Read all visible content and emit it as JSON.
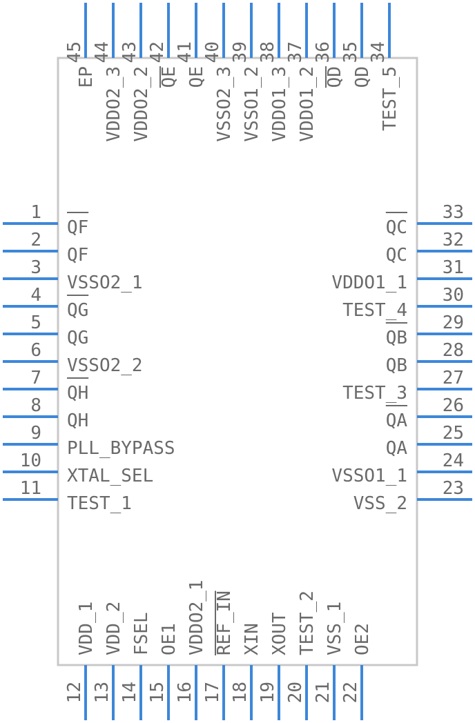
{
  "colors": {
    "pin": "#3d87d9",
    "text": "#6a6a6a",
    "body_stroke": "#c8c8c8"
  },
  "pins_left": [
    {
      "num": "1",
      "label": "QF",
      "overbar": true
    },
    {
      "num": "2",
      "label": "QF",
      "overbar": false
    },
    {
      "num": "3",
      "label": "VSSO2_1",
      "overbar": false
    },
    {
      "num": "4",
      "label": "QG",
      "overbar": true
    },
    {
      "num": "5",
      "label": "QG",
      "overbar": false
    },
    {
      "num": "6",
      "label": "VSSO2_2",
      "overbar": false
    },
    {
      "num": "7",
      "label": "QH",
      "overbar": true
    },
    {
      "num": "8",
      "label": "QH",
      "overbar": false
    },
    {
      "num": "9",
      "label": "PLL_BYPASS",
      "overbar": false
    },
    {
      "num": "10",
      "label": "XTAL_SEL",
      "overbar": false
    },
    {
      "num": "11",
      "label": "TEST_1",
      "overbar": false
    }
  ],
  "pins_bottom": [
    {
      "num": "12",
      "label": "VDD_1",
      "overbar": false
    },
    {
      "num": "13",
      "label": "VDD_2",
      "overbar": false
    },
    {
      "num": "14",
      "label": "FSEL",
      "overbar": false
    },
    {
      "num": "15",
      "label": "OE1",
      "overbar": false
    },
    {
      "num": "16",
      "label": "VDDO2_1",
      "overbar": false
    },
    {
      "num": "17",
      "label": "REF_IN",
      "overbar": true
    },
    {
      "num": "18",
      "label": "XIN",
      "overbar": false
    },
    {
      "num": "19",
      "label": "XOUT",
      "overbar": false
    },
    {
      "num": "20",
      "label": "TEST_2",
      "overbar": false
    },
    {
      "num": "21",
      "label": "VSS_1",
      "overbar": false
    },
    {
      "num": "22",
      "label": "OE2",
      "overbar": false
    }
  ],
  "pins_right": [
    {
      "num": "23",
      "label": "VSS_2",
      "overbar": false
    },
    {
      "num": "24",
      "label": "VSSO1_1",
      "overbar": false
    },
    {
      "num": "25",
      "label": "QA",
      "overbar": false
    },
    {
      "num": "26",
      "label": "QA",
      "overbar": true
    },
    {
      "num": "27",
      "label": "TEST_3",
      "overbar": false
    },
    {
      "num": "28",
      "label": "QB",
      "overbar": false
    },
    {
      "num": "29",
      "label": "QB",
      "overbar": true
    },
    {
      "num": "30",
      "label": "TEST_4",
      "overbar": false
    },
    {
      "num": "31",
      "label": "VDDO1_1",
      "overbar": false
    },
    {
      "num": "32",
      "label": "QC",
      "overbar": false
    },
    {
      "num": "33",
      "label": "QC",
      "overbar": true
    }
  ],
  "pins_top": [
    {
      "num": "34",
      "label": "TEST_5",
      "overbar": false
    },
    {
      "num": "35",
      "label": "QD",
      "overbar": false
    },
    {
      "num": "36",
      "label": "QD",
      "overbar": true
    },
    {
      "num": "37",
      "label": "VDDO1_2",
      "overbar": false
    },
    {
      "num": "38",
      "label": "VDDO1_3",
      "overbar": false
    },
    {
      "num": "39",
      "label": "VSSO1_2",
      "overbar": false
    },
    {
      "num": "40",
      "label": "VSSO2_3",
      "overbar": false
    },
    {
      "num": "41",
      "label": "QE",
      "overbar": false
    },
    {
      "num": "42",
      "label": "QE",
      "overbar": true
    },
    {
      "num": "43",
      "label": "VDDO2_2",
      "overbar": false
    },
    {
      "num": "44",
      "label": "VDDO2_3",
      "overbar": false
    },
    {
      "num": "45",
      "label": "EP",
      "overbar": false
    }
  ]
}
